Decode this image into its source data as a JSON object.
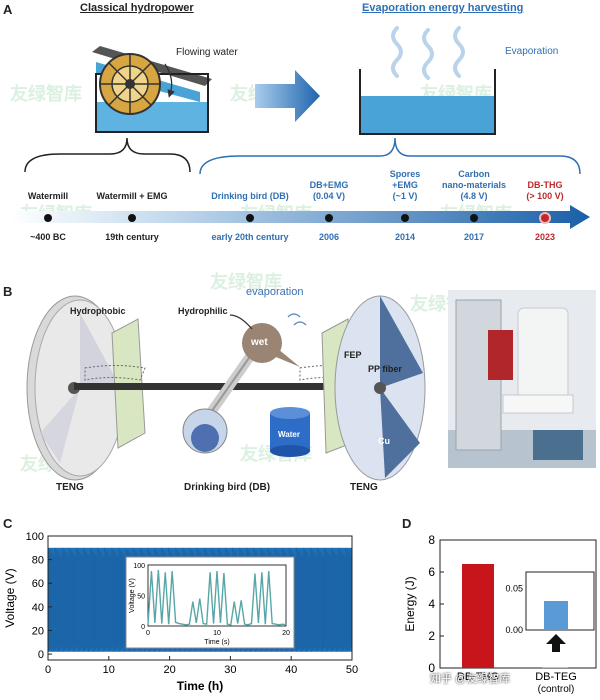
{
  "panelA": {
    "label": "A",
    "left_title": "Classical  hydropower",
    "right_title": "Evaporation energy harvesting",
    "flowing_water": "Flowing water",
    "evaporation": "Evaporation",
    "timeline": [
      {
        "label": "Watermill",
        "date": "~400 BC",
        "highlight": false
      },
      {
        "label": "Watermill + EMG",
        "date": "19th century",
        "highlight": false
      },
      {
        "label": "Drinking bird (DB)",
        "date": "early 20th century",
        "highlight": false
      },
      {
        "label": "DB+EMG\n(0.04 V)",
        "date": "2006",
        "highlight": false
      },
      {
        "label": "Spores\n+EMG\n(~1 V)",
        "date": "2014",
        "highlight": false
      },
      {
        "label": "Carbon\nnano-materials\n(4.8 V)",
        "date": "2017",
        "highlight": false
      },
      {
        "label": "DB-THG\n(> 100 V)",
        "date": "2023",
        "highlight": true
      }
    ],
    "highlight_color": "#c0282a",
    "accent_color": "#2f6fb3"
  },
  "panelB": {
    "label": "B",
    "hydrophobic": "Hydrophobic",
    "hydrophilic": "Hydrophilic",
    "evaporation": "evaporation",
    "wet": "wet",
    "water": "Water",
    "fep": "FEP",
    "pp_fiber": "PP fiber",
    "cu": "Cu",
    "teng_left": "TENG",
    "teng_right": "TENG",
    "drinking_bird": "Drinking bird (DB)"
  },
  "chart_c": {
    "label": "C",
    "chart_data": {
      "type": "area",
      "xlabel": "Time (h)",
      "ylabel": "Voltage (V)",
      "xlim": [
        0,
        50
      ],
      "ylim": [
        -5,
        100
      ],
      "xticks": [
        "0",
        "10",
        "20",
        "30",
        "40",
        "50"
      ],
      "yticks": [
        "0",
        "20",
        "40",
        "60",
        "80",
        "100"
      ],
      "envelope_upper": 90,
      "envelope_lower": 2,
      "color": "#1f6fb5",
      "inset": {
        "xlabel": "Time (s)",
        "ylabel": "Voltage (V)",
        "xticks": [
          "0",
          "10",
          "20"
        ],
        "yticks": [
          "0",
          "50",
          "100"
        ],
        "xlim": [
          0,
          20
        ],
        "ylim": [
          0,
          100
        ],
        "x": [
          0,
          0.5,
          1,
          1.5,
          2,
          2.5,
          3,
          3.5,
          4,
          4.5,
          5,
          5.5,
          6,
          6.5,
          7,
          7.5,
          8,
          8.5,
          9,
          9.5,
          10,
          10.5,
          11,
          11.5,
          12,
          12.5,
          13,
          13.5,
          14,
          14.5,
          15,
          15.5,
          16,
          16.5,
          17,
          17.5,
          18,
          18.5,
          19,
          19.5,
          20
        ],
        "y": [
          2,
          90,
          5,
          92,
          4,
          88,
          3,
          90,
          6,
          4,
          3,
          2,
          3,
          40,
          5,
          45,
          4,
          3,
          88,
          4,
          90,
          5,
          87,
          3,
          2,
          40,
          4,
          42,
          3,
          2,
          4,
          86,
          5,
          88,
          3,
          90,
          4,
          3,
          2,
          3,
          2
        ],
        "color": "#5aa6a6"
      }
    }
  },
  "chart_d": {
    "label": "D",
    "chart_data": {
      "type": "bar",
      "categories": [
        "DB-THG",
        "DB-TEG (control)"
      ],
      "values": [
        6.5,
        0.035
      ],
      "ylabel": "Energy (J)",
      "ylim": [
        0,
        8
      ],
      "yticks": [
        "0",
        "2",
        "4",
        "6",
        "8"
      ],
      "colors": [
        "#c8151b",
        "#5b9bd5"
      ],
      "inset": {
        "yticks": [
          "0.00",
          "0.05"
        ],
        "ylim": [
          0,
          0.07
        ],
        "value": 0.035
      }
    }
  },
  "watermark": "友绿智库",
  "footer": "知乎 @友绿智库"
}
